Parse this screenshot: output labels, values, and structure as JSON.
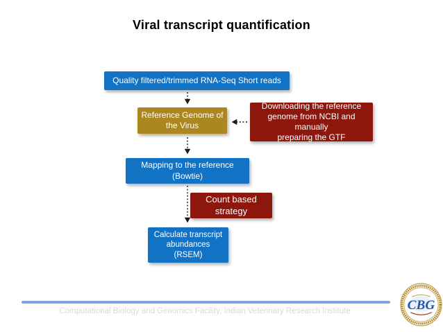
{
  "slide": {
    "title": "Viral transcript quantification",
    "footer_text": "Computational Biology and Genomics Facility, Indian Veterinary Research Institute",
    "logo_text": "CBG"
  },
  "flowchart": {
    "nodes": {
      "quality": {
        "label": "Quality filtered/trimmed RNA-Seq Short reads"
      },
      "reference": {
        "label": "Reference Genome of\nthe Virus"
      },
      "download": {
        "label": "Downloading the reference\ngenome from NCBI and manually\npreparing the GTF"
      },
      "mapping": {
        "label": "Mapping to the reference\n(Bowtie)"
      },
      "count": {
        "label": "Count based\nstrategy"
      },
      "calculate": {
        "label": "Calculate transcript\nabundances\n(RSEM)"
      }
    }
  },
  "colors": {
    "process_blue": "#1273c4",
    "reference_gold": "#ac861f",
    "note_red": "#8e170d",
    "divider_blue": "#7ca6d9",
    "footer_gray": "#d9d9d9",
    "logo_blue": "#2457a7",
    "logo_gold": "#c9a13b"
  }
}
